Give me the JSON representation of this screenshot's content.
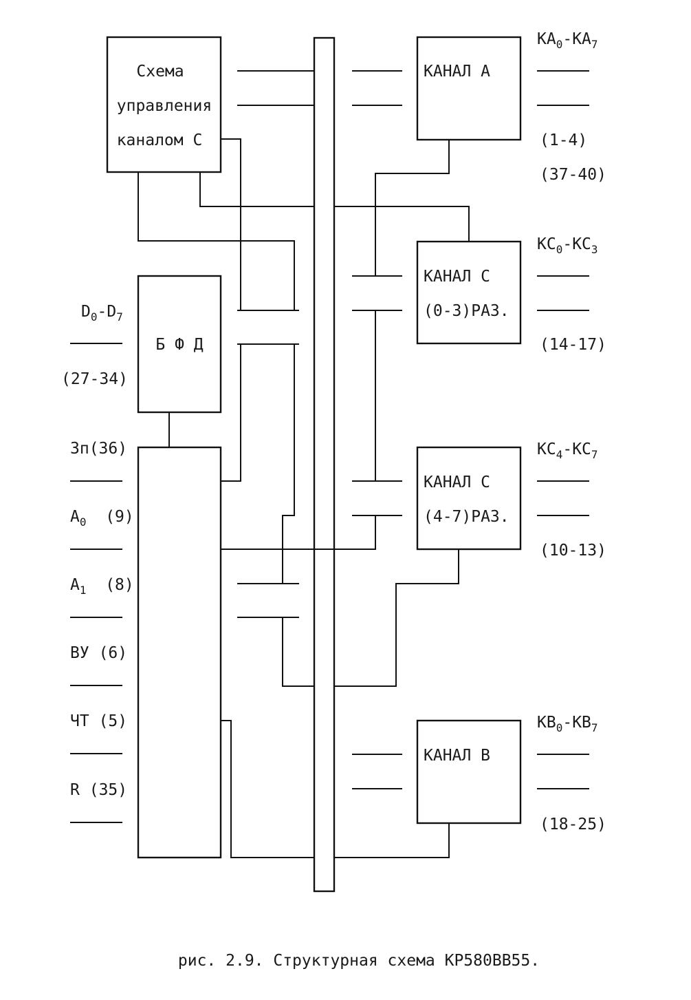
{
  "caption": "рис. 2.9. Структурная схема КР580ВВ55.",
  "blocks": {
    "control_c": {
      "lines": [
        "Схема",
        "управления",
        "каналом С"
      ]
    },
    "bfd": {
      "label": "Б Ф Д"
    },
    "logic": {
      "label": ""
    },
    "channel_a": {
      "lines": [
        "КАНАЛ А"
      ]
    },
    "channel_c_low": {
      "lines": [
        "КАНАЛ С",
        "(0-3)РАЗ."
      ]
    },
    "channel_c_high": {
      "lines": [
        "КАНАЛ С",
        "(4-7)РАЗ."
      ]
    },
    "channel_b": {
      "lines": [
        "КАНАЛ В"
      ]
    }
  },
  "ports": {
    "a": {
      "name": "КА",
      "from": "0",
      "to": "7",
      "pins": [
        "(1-4)",
        "(37-40)"
      ]
    },
    "c_low": {
      "name": "КС",
      "from": "0",
      "to": "3",
      "pins": [
        "(14-17)"
      ]
    },
    "c_high": {
      "name": "КС",
      "from": "4",
      "to": "7",
      "pins": [
        "(10-13)"
      ]
    },
    "b": {
      "name": "КВ",
      "from": "0",
      "to": "7",
      "pins": [
        "(18-25)"
      ]
    },
    "d": {
      "name": "D",
      "from": "0",
      "to": "7",
      "pins": [
        "(27-34)"
      ]
    }
  },
  "signals": [
    {
      "name": "Зп",
      "sub": "",
      "pin": "(36)"
    },
    {
      "name": "A",
      "sub": "0",
      "pin": "(9)"
    },
    {
      "name": "A",
      "sub": "1",
      "pin": "(8)"
    },
    {
      "name": "ВУ",
      "sub": "",
      "pin": "(6)"
    },
    {
      "name": "ЧТ",
      "sub": "",
      "pin": "(5)"
    },
    {
      "name": "R",
      "sub": "",
      "pin": "(35)"
    }
  ]
}
